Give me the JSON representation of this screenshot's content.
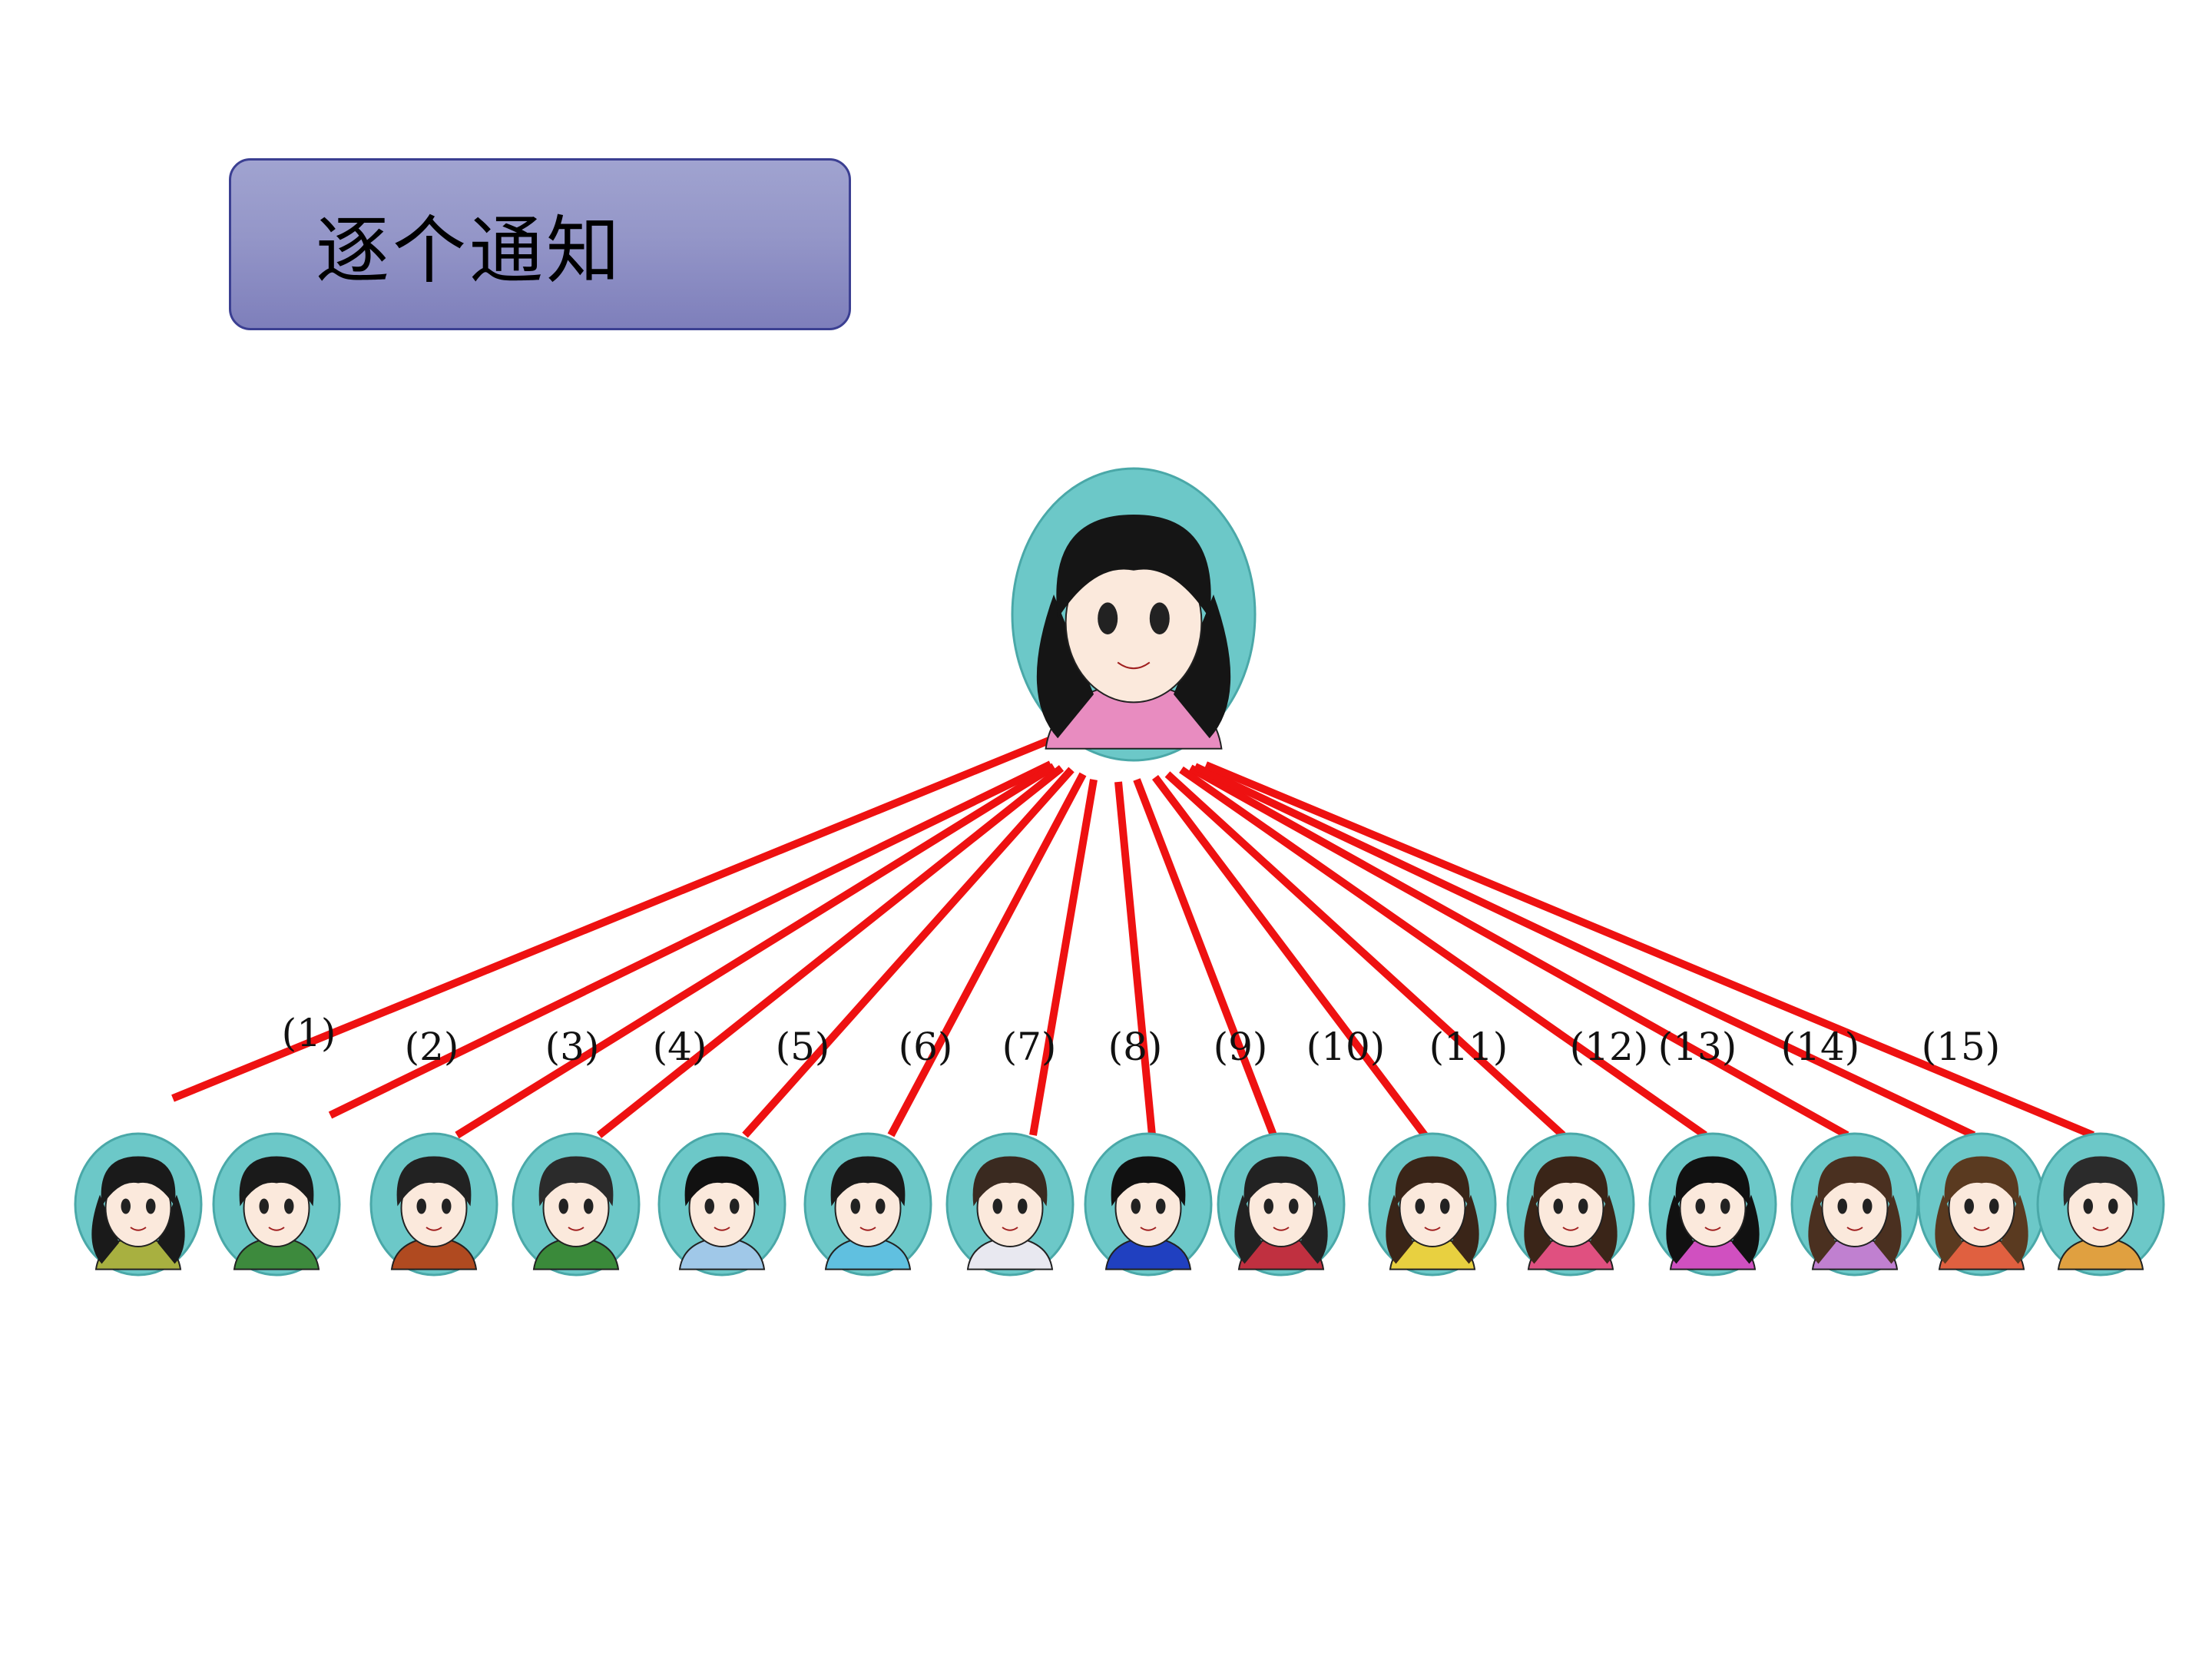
{
  "title": "逐个通知",
  "colors": {
    "line": "#ee1111",
    "avatar_bg": "#6cc8c8",
    "title_bg": "#9294c6",
    "title_border": "#3b3f92"
  },
  "icons": {
    "teacher": "teacher-girl-avatar-icon",
    "student": "student-avatar-icon"
  },
  "labels": [
    "(1)",
    "(2)",
    "(3)",
    "(4)",
    "(5)",
    "(6)",
    "(7)",
    "(8)",
    "(9)",
    "(10)",
    "(11)",
    "(12)",
    "(13)",
    "(14)",
    "(15)"
  ]
}
